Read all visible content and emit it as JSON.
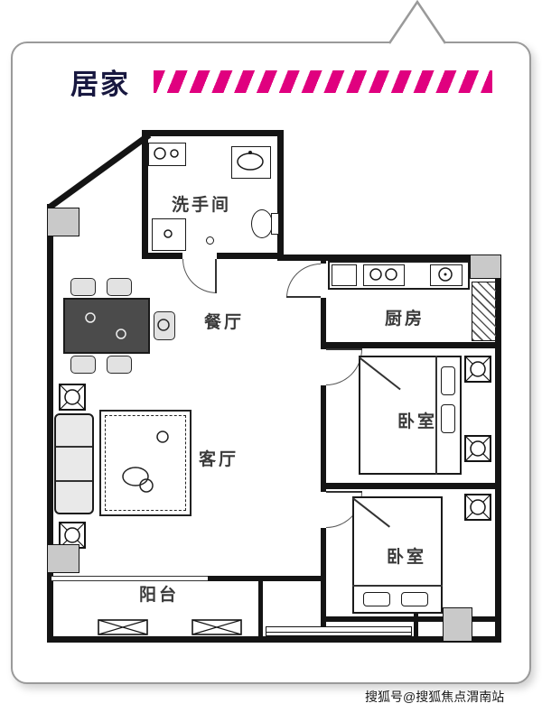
{
  "header": {
    "title": "居家"
  },
  "colors": {
    "accent": "#e0007f",
    "wall": "#141414",
    "title": "#181840"
  },
  "rooms": [
    {
      "name": "bathroom",
      "label": "洗手间"
    },
    {
      "name": "dining",
      "label": "餐厅"
    },
    {
      "name": "kitchen",
      "label": "厨房"
    },
    {
      "name": "bedroom-1",
      "label": "卧室"
    },
    {
      "name": "living",
      "label": "客厅"
    },
    {
      "name": "bedroom-2",
      "label": "卧室"
    },
    {
      "name": "balcony",
      "label": "阳台"
    }
  ],
  "watermark": "搜狐号@搜狐焦点渭南站"
}
